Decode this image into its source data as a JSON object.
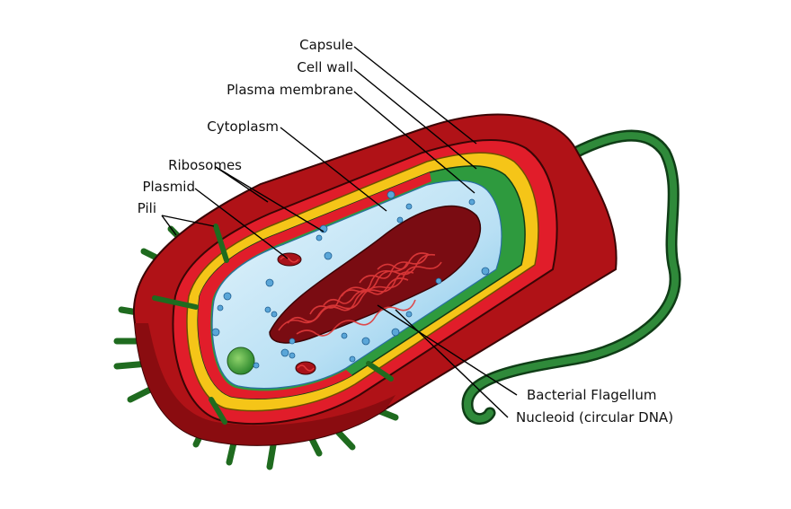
{
  "labels": {
    "capsule": "Capsule",
    "cell_wall": "Cell wall",
    "plasma_membrane": "Plasma membrane",
    "cytoplasm": "Cytoplasm",
    "ribosomes": "Ribosomes",
    "plasmid": "Plasmid",
    "pili": "Pili",
    "bacterial_flagellum": "Bacterial Flagellum",
    "nucleoid": "Nucleoid (circular DNA)"
  },
  "colors": {
    "capsule": "#c8102e",
    "capsule_dark": "#8b0e12",
    "cell_wall": "#f5c518",
    "plasma_membrane": "#2e9a3e",
    "cytoplasm": "#bfe3f5",
    "cytoplasm_edge": "#4aa3d8",
    "nucleoid": "#a8121a",
    "ribosome": "#3a7fb8",
    "pili": "#2f8a2f",
    "flagellum": "#1f6b2a"
  }
}
